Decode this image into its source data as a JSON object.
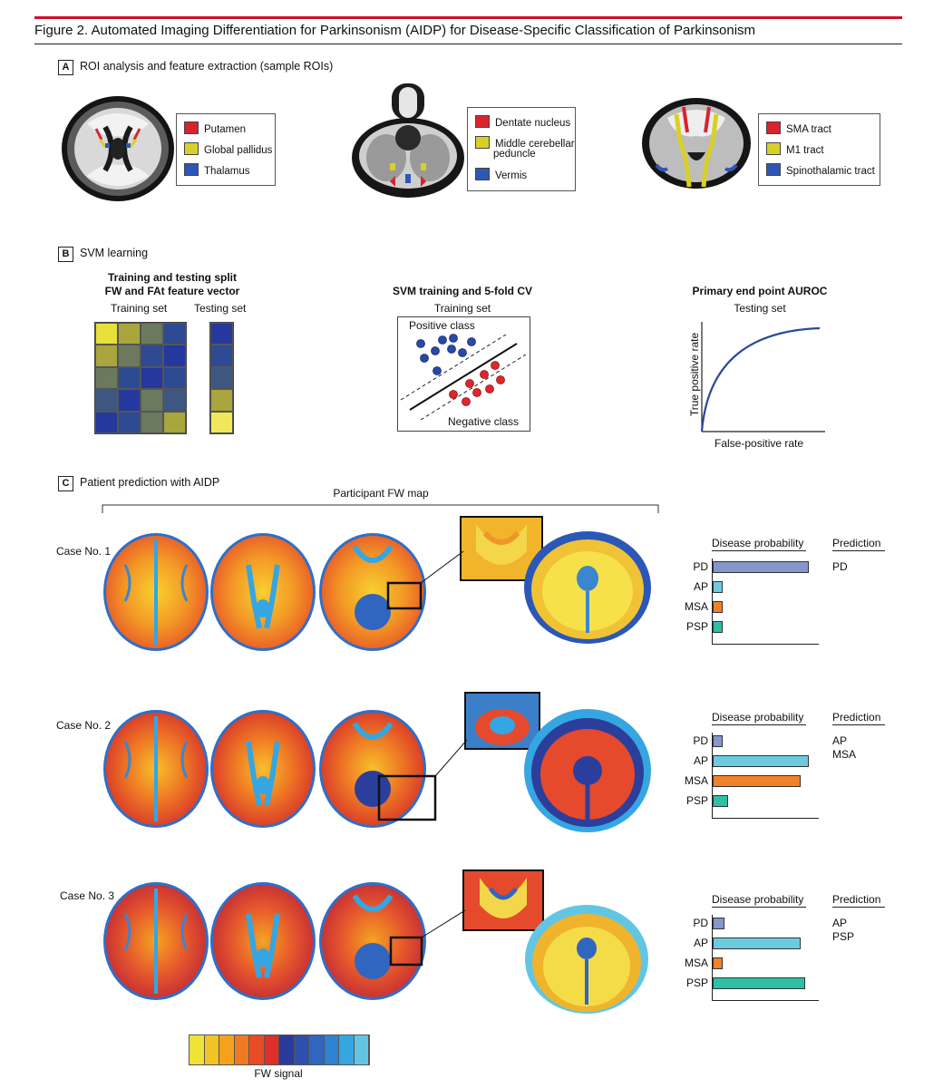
{
  "figure": {
    "title": "Figure 2. Automated Imaging Differentiation for Parkinsonism (AIDP) for Disease-Specific Classification of Parkinsonism"
  },
  "panel_a": {
    "letter": "A",
    "heading": "ROI analysis and feature extraction (sample ROIs)",
    "legends": [
      {
        "items": [
          {
            "label": "Putamen",
            "color": "#d9232f"
          },
          {
            "label": "Global pallidus",
            "color": "#d8d02a"
          },
          {
            "label": "Thalamus",
            "color": "#2e57b5"
          }
        ]
      },
      {
        "items": [
          {
            "label": "Dentate nucleus",
            "color": "#d9232f"
          },
          {
            "label": "Middle cerebellar",
            "label2": "peduncle",
            "color": "#d8d02a"
          },
          {
            "label": "Vermis",
            "color": "#2e57b5"
          }
        ]
      },
      {
        "items": [
          {
            "label": "SMA tract",
            "color": "#d9232f"
          },
          {
            "label": "M1 tract",
            "color": "#d8d02a"
          },
          {
            "label": "Spinothalamic tract",
            "color": "#2e57b5"
          }
        ]
      }
    ]
  },
  "panel_b": {
    "letter": "B",
    "heading": "SVM learning",
    "split": {
      "title_line1": "Training and testing split",
      "title_line2": "FW and FAt feature vector",
      "training_label": "Training set",
      "testing_label": "Testing set",
      "training_colors": [
        [
          "#e8e03a",
          "#a8a63c",
          "#6b7a5e",
          "#2e4a92"
        ],
        [
          "#a8a63c",
          "#6b7a5e",
          "#2e4a92",
          "#24389e"
        ],
        [
          "#6b7a5e",
          "#2e4a92",
          "#24389e",
          "#2e4a92"
        ],
        [
          "#3e5680",
          "#24389e",
          "#6b7a5e",
          "#3e5680"
        ],
        [
          "#24389e",
          "#2e4a92",
          "#6b7a5e",
          "#a8a63c"
        ]
      ],
      "testing_colors": [
        "#24389e",
        "#2e4a92",
        "#3e5680",
        "#a8a63c",
        "#f0e85a"
      ]
    },
    "svm": {
      "title": "SVM training and 5-fold CV",
      "subtitle": "Training set",
      "positive_label": "Positive class",
      "negative_label": "Negative class"
    },
    "roc": {
      "title": "Primary end point AUROC",
      "subtitle": "Testing set",
      "xlabel": "False-positive rate",
      "ylabel": "True positive rate"
    }
  },
  "panel_c": {
    "letter": "C",
    "heading": "Patient prediction with AIDP",
    "map_label": "Participant FW map",
    "prob_header": "Disease probability",
    "pred_header": "Prediction",
    "colorbar_label": "FW signal",
    "colorbar_colors": [
      "#eee437",
      "#f2c326",
      "#f4a21e",
      "#ef7a22",
      "#e84c25",
      "#e02e2a",
      "#2a3a9a",
      "#2f4fb0",
      "#3065c0",
      "#2f83d3",
      "#35a6e2",
      "#62c6e3"
    ],
    "cases": [
      {
        "label": "Case No. 1",
        "predictions": [
          "PD"
        ],
        "bars": [
          {
            "name": "PD",
            "value": 0.95,
            "color": "#8596cc"
          },
          {
            "name": "AP",
            "value": 0.1,
            "color": "#6dcbe0"
          },
          {
            "name": "MSA",
            "value": 0.1,
            "color": "#f0822b"
          },
          {
            "name": "PSP",
            "value": 0.1,
            "color": "#2fbfa5"
          }
        ]
      },
      {
        "label": "Case No. 2",
        "predictions": [
          "AP",
          "MSA"
        ],
        "bars": [
          {
            "name": "PD",
            "value": 0.1,
            "color": "#8596cc"
          },
          {
            "name": "AP",
            "value": 0.95,
            "color": "#6dcbe0"
          },
          {
            "name": "MSA",
            "value": 0.87,
            "color": "#f0822b"
          },
          {
            "name": "PSP",
            "value": 0.15,
            "color": "#2fbfa5"
          }
        ]
      },
      {
        "label": "Case No. 3",
        "predictions": [
          "AP",
          "PSP"
        ],
        "bars": [
          {
            "name": "PD",
            "value": 0.12,
            "color": "#8596cc"
          },
          {
            "name": "AP",
            "value": 0.87,
            "color": "#6dcbe0"
          },
          {
            "name": "MSA",
            "value": 0.1,
            "color": "#f0822b"
          },
          {
            "name": "PSP",
            "value": 0.91,
            "color": "#2fbfa5"
          }
        ]
      }
    ]
  }
}
